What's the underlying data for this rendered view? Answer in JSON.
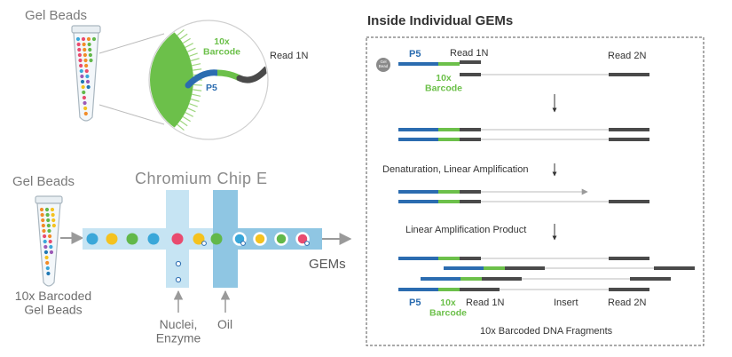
{
  "left_panel": {
    "top_tube_label": "Gel Beads",
    "zoom_labels": {
      "barcode": "10x\nBarcode",
      "p5": "P5",
      "read1n": "Read 1N"
    },
    "bottom_tube_label": "Gel Beads",
    "bottom_tube_caption": "10x Barcoded\nGel Beads",
    "chip_title": "Chromium Chip E",
    "gems_label": "GEMs",
    "nuclei_label": "Nuclei,\nEnzyme",
    "oil_label": "Oil"
  },
  "right_panel": {
    "title": "Inside Individual GEMs",
    "gel_bead_label": "Gel\nBead",
    "step1": {
      "p5": "P5",
      "read1n": "Read 1N",
      "barcode": "10x\nBarcode",
      "read2n": "Read 2N"
    },
    "step2_label": "Denaturation, Linear Amplification",
    "step3_label": "Linear Amplification Product",
    "bottom_labels": {
      "p5": "P5",
      "barcode": "10x\nBarcode",
      "read1n": "Read 1N",
      "insert": "Insert",
      "read2n": "Read 2N"
    },
    "caption": "10x Barcoded DNA Fragments"
  },
  "colors": {
    "blue": "#2b6cb0",
    "green": "#6cc04a",
    "dark": "#4a4a4a",
    "chip_blue": "#8fc6e3",
    "channel_light": "#c6e4f3"
  }
}
